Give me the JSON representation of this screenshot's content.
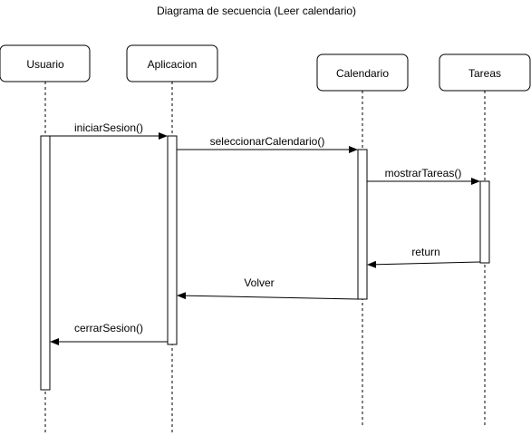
{
  "title": "Diagrama de secuencia (Leer calendario)",
  "colors": {
    "line": "#000000",
    "box_fill": "#ffffff",
    "background": "#ffffff"
  },
  "participants": [
    {
      "id": "usuario",
      "label": "Usuario"
    },
    {
      "id": "aplicacion",
      "label": "Aplicacion"
    },
    {
      "id": "calendario",
      "label": "Calendario"
    },
    {
      "id": "tareas",
      "label": "Tareas"
    }
  ],
  "messages": [
    {
      "id": "iniciar-sesion",
      "label": "iniciarSesion()",
      "from": "usuario",
      "to": "aplicacion",
      "kind": "call"
    },
    {
      "id": "seleccionar-calendario",
      "label": "seleccionarCalendario()",
      "from": "aplicacion",
      "to": "calendario",
      "kind": "call"
    },
    {
      "id": "mostrar-tareas",
      "label": "mostrarTareas()",
      "from": "calendario",
      "to": "tareas",
      "kind": "call"
    },
    {
      "id": "return",
      "label": "return",
      "from": "tareas",
      "to": "calendario",
      "kind": "return"
    },
    {
      "id": "volver",
      "label": "Volver",
      "from": "calendario",
      "to": "aplicacion",
      "kind": "return"
    },
    {
      "id": "cerrar-sesion",
      "label": "cerrarSesion()",
      "from": "aplicacion",
      "to": "usuario",
      "kind": "return"
    }
  ]
}
